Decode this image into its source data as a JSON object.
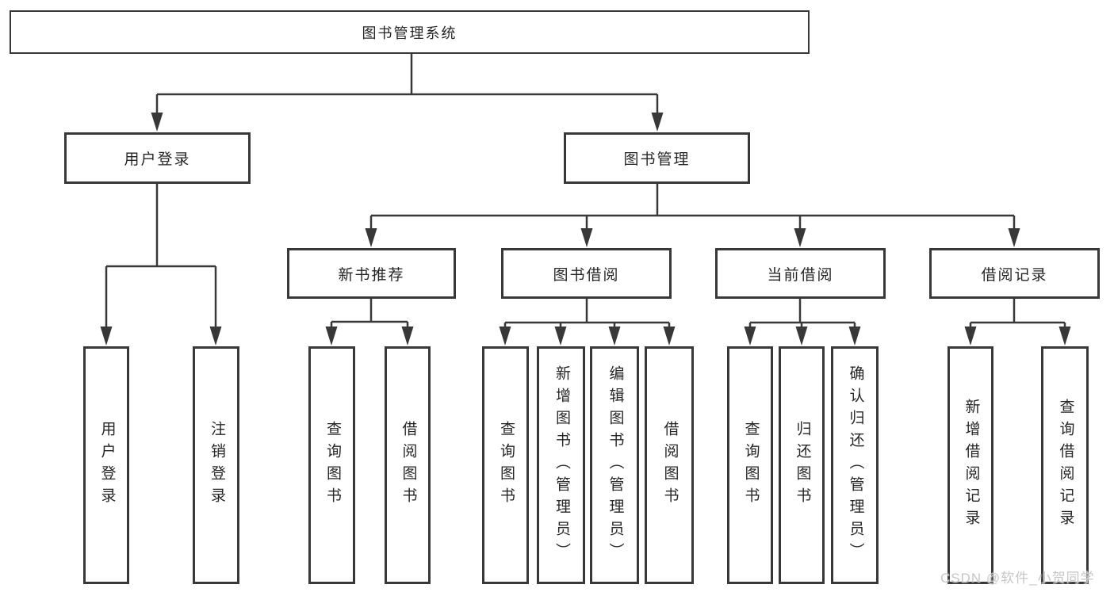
{
  "diagram": {
    "root": {
      "label": "图书管理系统"
    },
    "level2": [
      "用户登录",
      "图书管理"
    ],
    "level3": [
      "新书推荐",
      "图书借阅",
      "当前借阅",
      "借阅记录"
    ],
    "leaves": {
      "user_login": [
        "用户登录",
        "注销登录"
      ],
      "new_book_recommend": [
        "查询图书",
        "借阅图书"
      ],
      "book_borrowing": [
        "查询图书",
        "新增图书（管理员）",
        "编辑图书（管理员）",
        "借阅图书"
      ],
      "current_borrowing": [
        "查询图书",
        "归还图书",
        "确认归还（管理员）"
      ],
      "borrowing_records": [
        "新增借阅记录",
        "查询借阅记录"
      ]
    }
  },
  "watermark": {
    "text": "CSDN @软件_小贺同学"
  },
  "colors": {
    "line": "#383838",
    "box_border": "#383838",
    "text": "#262626",
    "background": "#ffffff",
    "watermark": "#c6c6c6"
  }
}
